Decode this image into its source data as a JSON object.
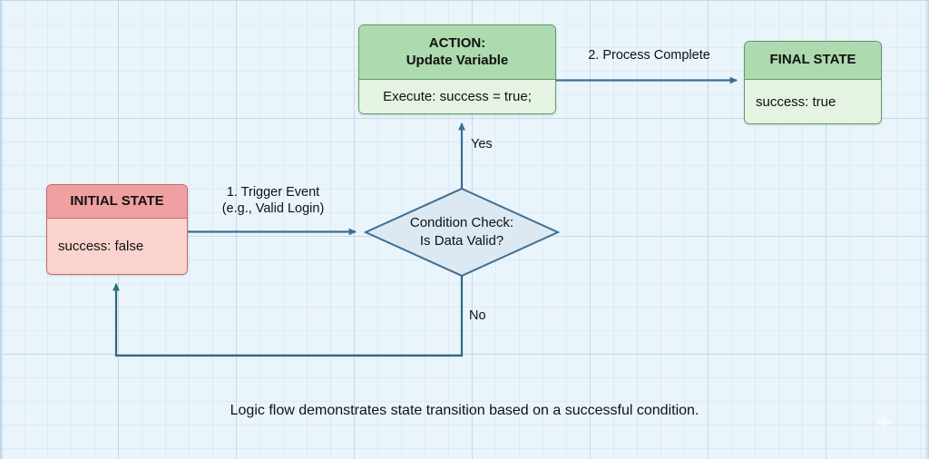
{
  "diagram": {
    "title_caption": "Logic flow demonstrates state transition based on a successful condition.",
    "background_color": "#eaf4fb",
    "grid_color": "#8eb0c8"
  },
  "nodes": {
    "initial_state": {
      "header": "INITIAL STATE",
      "body": "success: false",
      "fill_header": "#f0a0a0",
      "fill_body": "#fbd3cd",
      "stroke": "#c06a6a"
    },
    "action": {
      "header": "ACTION:\nUpdate Variable",
      "body": "Execute: success = true;",
      "fill_header": "#addaae",
      "fill_body": "#e4f3e2",
      "stroke": "#5e9c68"
    },
    "final_state": {
      "header": "FINAL STATE",
      "body": "success: true",
      "fill_header": "#addaae",
      "fill_body": "#e4f3e2",
      "stroke": "#5e9c68"
    },
    "decision": {
      "line1": "Condition Check:",
      "line2": "Is Data Valid?",
      "fill": "#dce9f3",
      "stroke": "#3f6f91"
    }
  },
  "edges": {
    "trigger": {
      "label": "1. Trigger Event\n(e.g., Valid Login)",
      "from": "initial_state",
      "to": "decision",
      "color": "#3f6f91"
    },
    "yes": {
      "label": "Yes",
      "from": "decision",
      "to": "action",
      "color": "#3f6f91"
    },
    "process_complete": {
      "label": "2. Process Complete",
      "from": "action",
      "to": "final_state",
      "color": "#3f6f91"
    },
    "no": {
      "label": "No",
      "from": "decision",
      "to": "initial_state",
      "color": "#2e6a80"
    }
  }
}
